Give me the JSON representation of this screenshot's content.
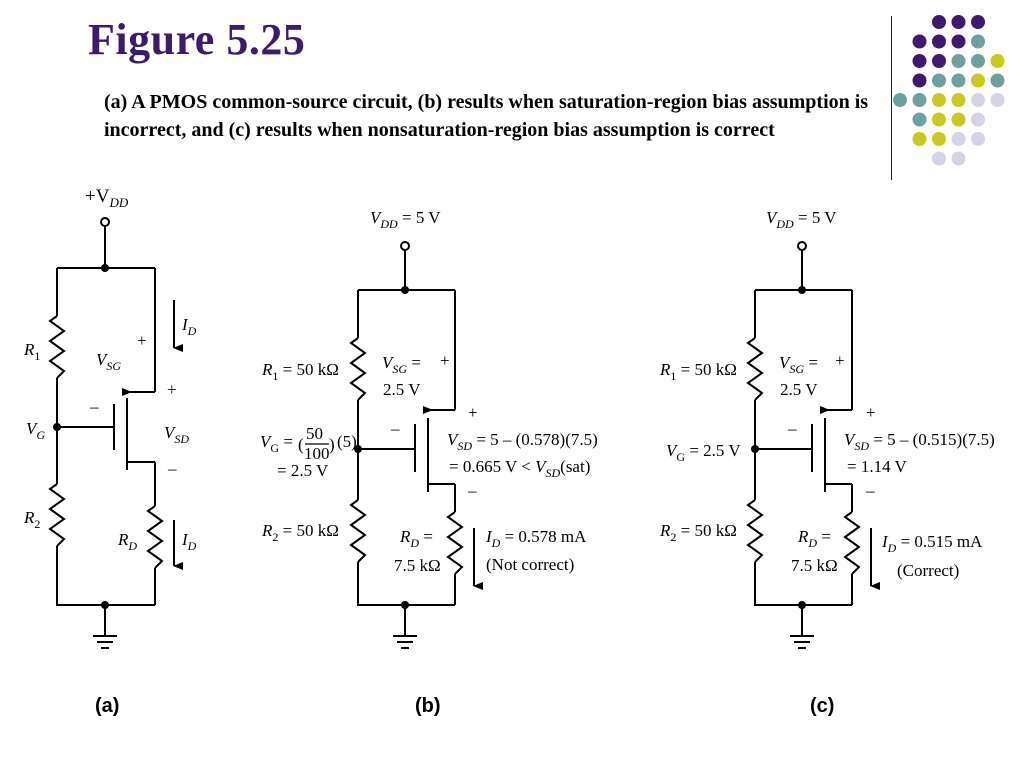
{
  "slide": {
    "title": "Figure 5.25",
    "caption": "(a) A PMOS common-source circuit, (b) results when saturation-region bias assumption is incorrect, and (c) results when nonsaturation-region bias assumption is correct"
  },
  "colors": {
    "title": "#3d1a6e",
    "dot_purple": "#3d1a6e",
    "dot_teal": "#6fa0a0",
    "dot_yellow": "#c9c920",
    "dot_lavender": "#d4d4e6"
  },
  "circuit_a": {
    "panel_label": "(a)",
    "vdd": "+V",
    "vdd_sub": "DD",
    "r1": "R",
    "r1_sub": "1",
    "r2": "R",
    "r2_sub": "2",
    "rd": "R",
    "rd_sub": "D",
    "vg": "V",
    "vg_sub": "G",
    "vsg": "V",
    "vsg_sub": "SG",
    "vsd": "V",
    "vsd_sub": "SD",
    "id_top": "I",
    "id_top_sub": "D",
    "id_bottom": "I",
    "id_bottom_sub": "D",
    "plus_sg": "+",
    "minus_sg": "–",
    "plus_sd": "+",
    "minus_sd": "–"
  },
  "circuit_b": {
    "panel_label": "(b)",
    "vdd": "V",
    "vdd_sub": "DD",
    "vdd_value": " = 5 V",
    "r1": "R",
    "r1_sub": "1",
    "r1_value": " = 50 kΩ",
    "r2": "R",
    "r2_sub": "2",
    "r2_value": " = 50 kΩ",
    "rd": "R",
    "rd_sub": "D",
    "rd_value_1": " =",
    "rd_value_2": "7.5 kΩ",
    "vsg": "V",
    "vsg_sub": "SG",
    "vsg_value_1": " =",
    "vsg_value_2": "2.5 V",
    "vg": "V",
    "vg_sub": "G",
    "vg_eq": " = ",
    "vg_frac_num": "50",
    "vg_frac_den": "100",
    "vg_times": "(5)",
    "vg_result": "= 2.5 V",
    "vsd": "V",
    "vsd_sub": "SD",
    "vsd_eq": " = 5 – (0.578)(7.5)",
    "vsd_result": "= 0.665 V < ",
    "vsd_cmp": "V",
    "vsd_cmp_sub": "SD",
    "vsd_cmp_tail": "(sat)",
    "id": "I",
    "id_sub": "D",
    "id_value": " = 0.578 mA",
    "note": "(Not correct)",
    "plus_sg": "+",
    "minus_sg": "–",
    "plus_sd": "+",
    "minus_sd": "–"
  },
  "circuit_c": {
    "panel_label": "(c)",
    "vdd": "V",
    "vdd_sub": "DD",
    "vdd_value": " = 5 V",
    "r1": "R",
    "r1_sub": "1",
    "r1_value": " = 50 kΩ",
    "r2": "R",
    "r2_sub": "2",
    "r2_value": " = 50 kΩ",
    "rd": "R",
    "rd_sub": "D",
    "rd_value_1": " =",
    "rd_value_2": "7.5 kΩ",
    "vsg": "V",
    "vsg_sub": "SG",
    "vsg_value_1": " =",
    "vsg_value_2": "2.5 V",
    "vg": "V",
    "vg_sub": "G",
    "vg_value": " = 2.5 V",
    "vsd": "V",
    "vsd_sub": "SD",
    "vsd_eq": " = 5 – (0.515)(7.5)",
    "vsd_result": "= 1.14 V",
    "id": "I",
    "id_sub": "D",
    "id_value": " = 0.515 mA",
    "note": "(Correct)",
    "plus_sg": "+",
    "minus_sg": "–",
    "plus_sd": "+",
    "minus_sd": "–"
  }
}
